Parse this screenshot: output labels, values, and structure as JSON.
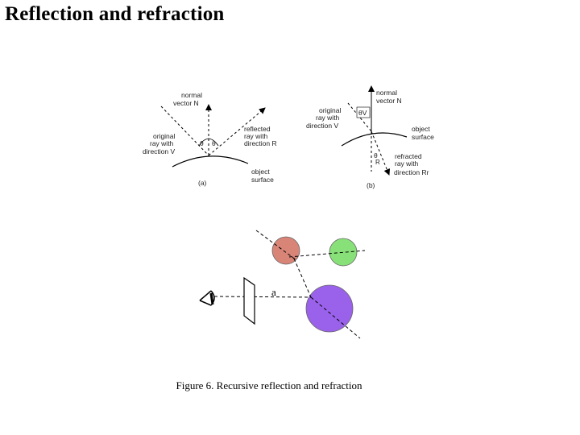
{
  "page_title": "Reflection and refraction",
  "caption": "Figure 6. Recursive reflection and refraction",
  "panel_a": {
    "normal_label_1": "normal",
    "normal_label_2": "vector N",
    "original_label_1": "original",
    "original_label_2": "ray with",
    "original_label_3": "direction V",
    "reflected_label_1": "reflected",
    "reflected_label_2": "ray with",
    "reflected_label_3": "direction R",
    "surface_label_1": "object",
    "surface_label_2": "surface",
    "theta_label": "θ",
    "angle_label": "θ",
    "tag": "(a)"
  },
  "panel_b": {
    "normal_label_1": "normal",
    "normal_label_2": "vector N",
    "original_label_1": "original",
    "original_label_2": "ray with",
    "original_label_3": "direction V",
    "theta_v_label": "θV",
    "surface_label_1": "object",
    "surface_label_2": "surface",
    "theta_r_label": "θ",
    "r_label": "R",
    "refracted_label_1": "refracted",
    "refracted_label_2": "ray with",
    "refracted_label_3": "direction Rr",
    "tag": "(b)"
  },
  "scene": {
    "screen_label": "a",
    "colors": {
      "sphere_red": "#d88578",
      "sphere_green": "#88e078",
      "sphere_purple": "#9a62ea"
    }
  }
}
